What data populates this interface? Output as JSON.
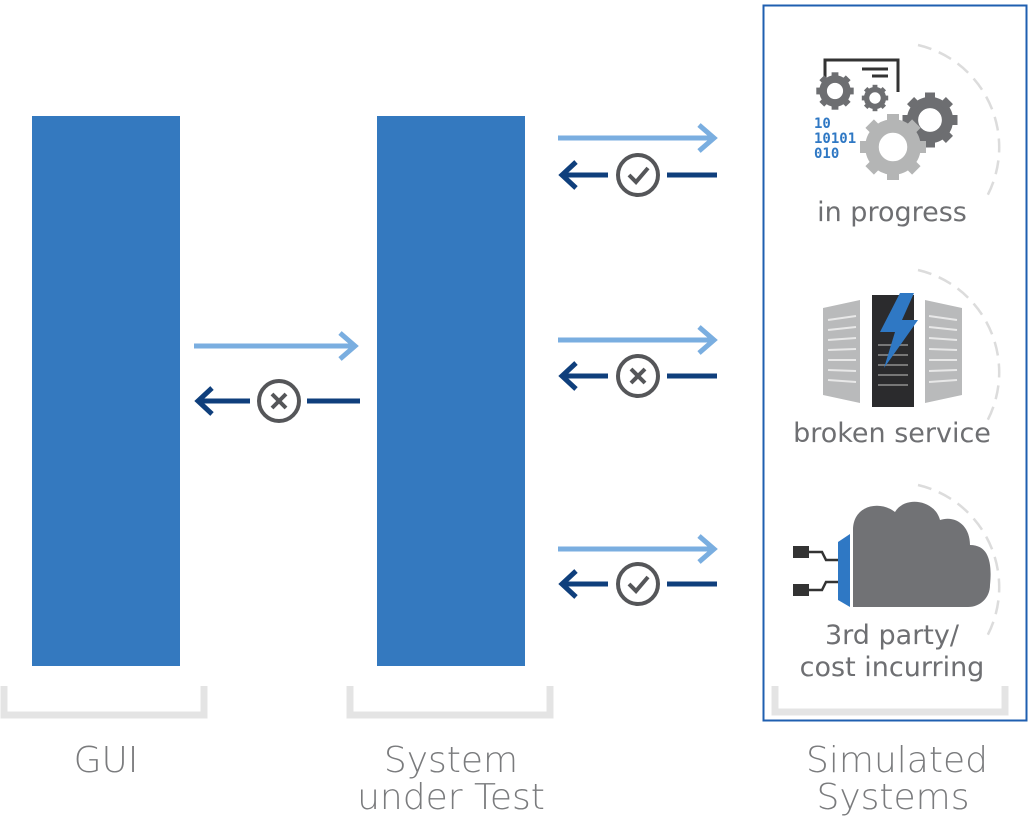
{
  "columns": {
    "gui": "GUI",
    "sut_line1": "System",
    "sut_line2": "under Test",
    "sim_line1": "Simulated",
    "sim_line2": "Systems"
  },
  "simulated": [
    {
      "label": "in progress",
      "icon": "gears-icon",
      "response": "success"
    },
    {
      "label": "broken service",
      "icon": "server-lightning-icon",
      "response": "failure"
    },
    {
      "label_line1": "3rd party/",
      "label_line2": "cost incurring",
      "icon": "cloud-icon",
      "response": "success"
    }
  ],
  "gui_sut_response": "failure",
  "colors": {
    "bar": "#3479bf",
    "request_arrow": "#7aaee0",
    "response_arrow": "#0f3f7c",
    "status_icon": "#555659",
    "box_border": "#1f5fb0",
    "bracket": "#e4e4e4"
  }
}
